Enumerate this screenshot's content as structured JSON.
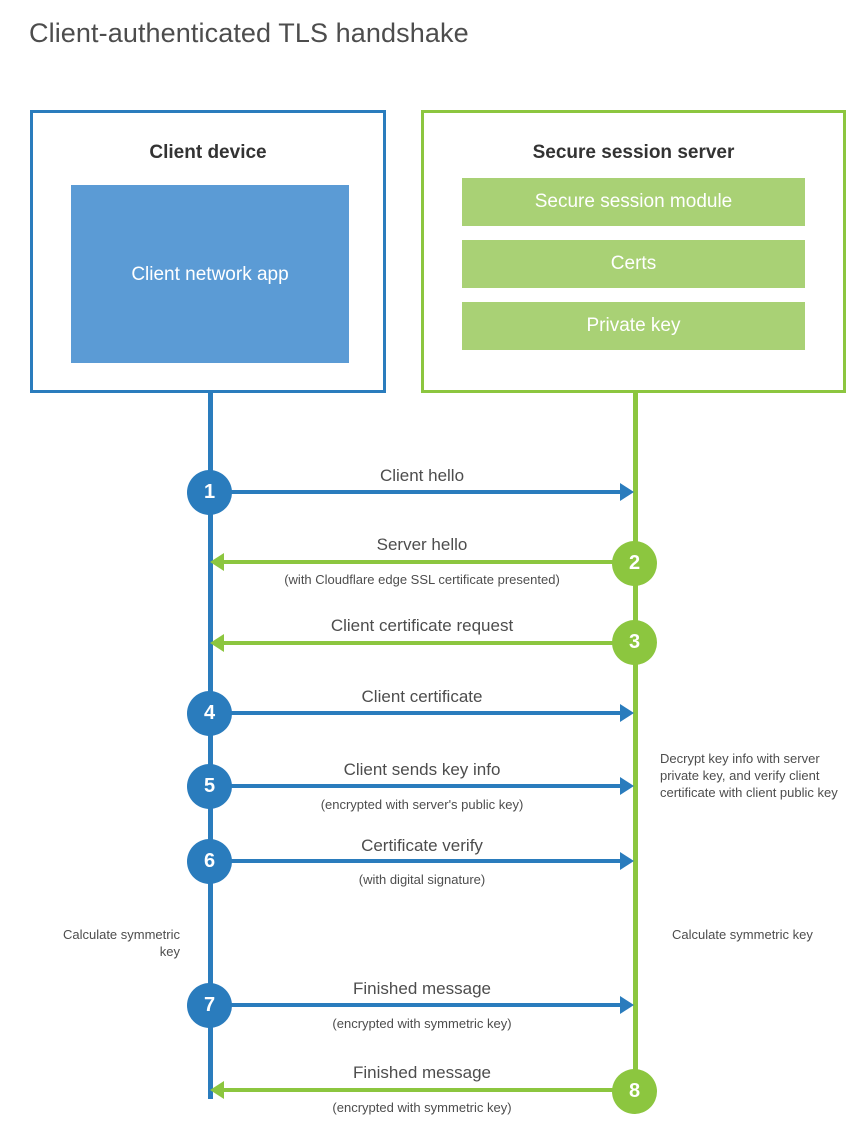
{
  "diagram": {
    "title": "Client-authenticated TLS handshake",
    "colors": {
      "client_blue": "#2A7CBD",
      "client_app_fill": "#5B9BD5",
      "server_green": "#8CC63F",
      "server_bar_fill": "#A9D175",
      "text": "#4d4d4d"
    }
  },
  "actors": {
    "client": {
      "title": "Client device",
      "app_label": "Client network app"
    },
    "server": {
      "title": "Secure session server",
      "items": [
        {
          "label": "Secure session module"
        },
        {
          "label": "Certs"
        },
        {
          "label": "Private key"
        }
      ]
    }
  },
  "steps": [
    {
      "number": "1",
      "label": "Client hello",
      "sublabel": "",
      "direction": "client-to-server",
      "color": "blue"
    },
    {
      "number": "2",
      "label": "Server hello",
      "sublabel": "(with Cloudflare edge SSL certificate presented)",
      "direction": "server-to-client",
      "color": "green"
    },
    {
      "number": "3",
      "label": "Client certificate request",
      "sublabel": "",
      "direction": "server-to-client",
      "color": "green"
    },
    {
      "number": "4",
      "label": "Client certificate",
      "sublabel": "",
      "direction": "client-to-server",
      "color": "blue"
    },
    {
      "number": "5",
      "label": "Client sends key info",
      "sublabel": "(encrypted with server's public key)",
      "direction": "client-to-server",
      "color": "blue"
    },
    {
      "number": "6",
      "label": "Certificate verify",
      "sublabel": "(with digital signature)",
      "direction": "client-to-server",
      "color": "blue"
    },
    {
      "number": "7",
      "label": "Finished message",
      "sublabel": "(encrypted with symmetric key)",
      "direction": "client-to-server",
      "color": "blue"
    },
    {
      "number": "8",
      "label": "Finished message",
      "sublabel": "(encrypted with symmetric key)",
      "direction": "server-to-client",
      "color": "green"
    }
  ],
  "notes": {
    "server_decrypt": "Decrypt key info with server private key, and verify client certificate with client public key",
    "client_calculate": "Calculate symmetric key",
    "server_calculate": "Calculate symmetric key"
  }
}
